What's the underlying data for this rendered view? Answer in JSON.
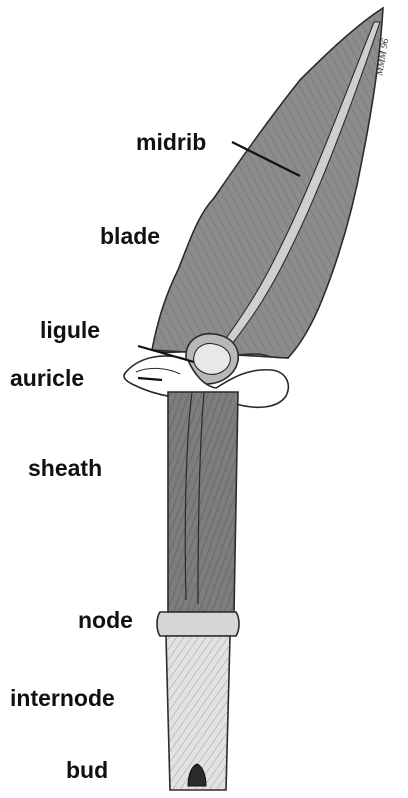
{
  "labels": {
    "midrib": "midrib",
    "blade": "blade",
    "ligule": "ligule",
    "auricle": "auricle",
    "sheath": "sheath",
    "node": "node",
    "internode": "internode",
    "bud": "bud"
  },
  "signature": "MMM 96",
  "colors": {
    "leaf": "#8c8c8c",
    "leaf_dark": "#6a6a6a",
    "internode": "#dcdcdc",
    "outline": "#2a2a2a",
    "midrib_fill": "#cfcfcf"
  }
}
